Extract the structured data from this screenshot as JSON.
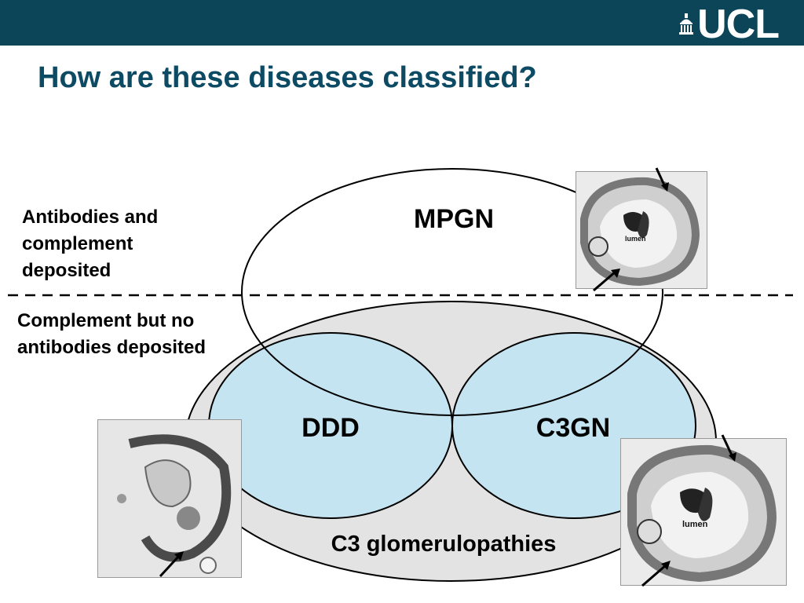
{
  "header": {
    "logo_text": "UCL",
    "bar_color": "#0b4557"
  },
  "slide": {
    "title": "How are these diseases classified?"
  },
  "labels": {
    "antibody_line1": "Antibodies and",
    "antibody_line2": "complement",
    "antibody_line3": "deposited",
    "complement_line1": "Complement but no",
    "complement_line2": "antibodies deposited"
  },
  "diagram": {
    "mpgn": "MPGN",
    "ddd": "DDD",
    "c3gn": "C3GN",
    "c3g": "C3 glomerulopathies",
    "colors": {
      "outer_fill": "#e3e3e3",
      "inner_fill": "#c4e4f1"
    }
  },
  "micrographs": {
    "lumen_label": "lumen"
  }
}
